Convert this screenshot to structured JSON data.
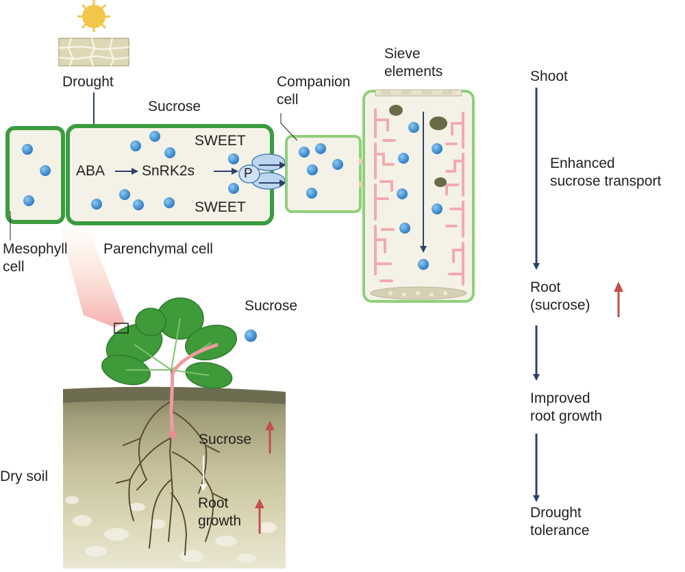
{
  "labels": {
    "drought": "Drought",
    "sucrose_top": "Sucrose",
    "sweet_top": "SWEET",
    "sweet_bottom": "SWEET",
    "aba": "ABA",
    "snrk2s": "SnRK2s",
    "phospho": "P",
    "mesophyll_line1": "Mesophyll",
    "mesophyll_line2": "cell",
    "parenchymal": "Parenchymal cell",
    "companion_line1": "Companion",
    "companion_line2": "cell",
    "sieve_line1": "Sieve",
    "sieve_line2": "elements",
    "sucrose_legend": "Sucrose",
    "dry_soil": "Dry soil",
    "soil_sucrose": "Sucrose",
    "root_growth_line1": "Root",
    "root_growth_line2": "growth"
  },
  "flow": {
    "shoot": "Shoot",
    "enhanced_line1": "Enhanced",
    "enhanced_line2": "sucrose transport",
    "root_line1": "Root",
    "root_line2": "(sucrose)",
    "improved_line1": "Improved",
    "improved_line2": "root growth",
    "tolerance_line1": "Drought",
    "tolerance_line2": "tolerance"
  },
  "colors": {
    "cell_wall": "#3a9b3f",
    "companion_wall": "#8fd07a",
    "cytoplasm": "#f4f2e6",
    "sucrose": "#3f8fd4",
    "flow_arrow": "#2e3f6b",
    "increase_arrow": "#c0504d",
    "phloem_transport": "#f09aa0"
  }
}
